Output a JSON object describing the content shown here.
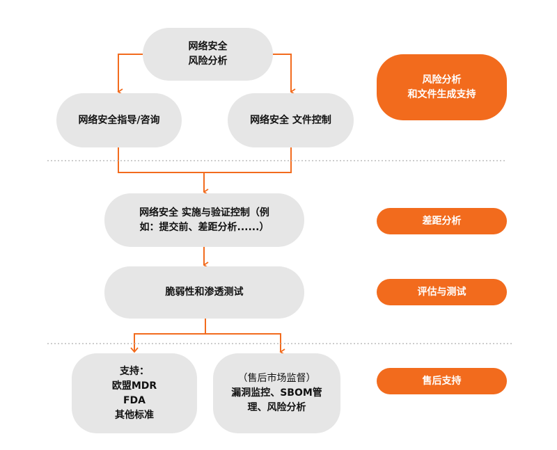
{
  "nodes": {
    "risk_analysis": {
      "lines": [
        "网络安全",
        "风险分析"
      ]
    },
    "guidance": {
      "lines": [
        "网络安全指导/咨询"
      ]
    },
    "doc_control": {
      "lines": [
        "网络安全 文件控制"
      ]
    },
    "implementation": {
      "lines": [
        "网络安全 实施与验证控制（例",
        "如：提交前、差距分析......）"
      ]
    },
    "testing": {
      "lines": [
        "脆弱性和渗透测试"
      ]
    },
    "support": {
      "lines": [
        "支持：",
        "欧盟MDR",
        "FDA",
        "其他标准"
      ]
    },
    "postmarket": {
      "lines": [
        "（售后市场监督）",
        "漏洞监控、SBOM管",
        "理、风险分析"
      ]
    }
  },
  "phases": {
    "risk_docs": {
      "lines": [
        "风险分析",
        "和文件生成支持"
      ]
    },
    "gap": {
      "lines": [
        "差距分析"
      ]
    },
    "eval_test": {
      "lines": [
        "评估与测试"
      ]
    },
    "after_sales": {
      "lines": [
        "售后支持"
      ]
    }
  },
  "colors": {
    "accent": "#f26b1d",
    "node_fill": "#e6e6e6",
    "divider": "#bbbbbb"
  }
}
